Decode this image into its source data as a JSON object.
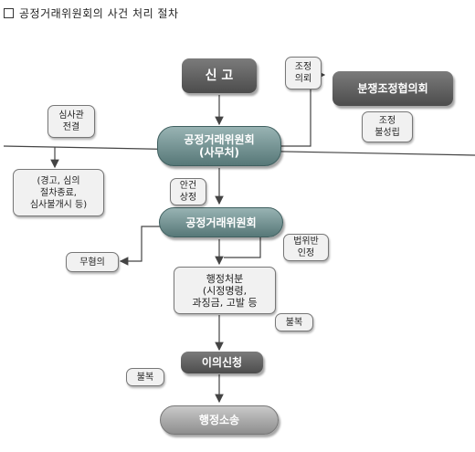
{
  "title": "공정거래위원회의 사건 처리 절차",
  "nodes": {
    "report": "신 고",
    "ftc_office": "공정거래위원회\n(사무처)",
    "ftc": "공정거래위원회",
    "dispute_council": "분쟁조정협의회",
    "admin_action": "행정처분\n(시정명령,\n과징금, 고발 등",
    "objection": "이의신청",
    "admin_suit": "행정소송"
  },
  "callouts": {
    "mediation_request": "조정\n의뢰",
    "mediation_failed": "조정\n불성립",
    "examiner_decision": "심사관\n전결",
    "outcomes": "(경고, 심의\n절차종료,\n심사불개시 등)",
    "case_listed": "안건\n상정",
    "no_violation": "무혐의",
    "violation_found": "법위반\n인정",
    "dissatisfied_1": "불복",
    "dissatisfied_2": "불복"
  },
  "colors": {
    "dark_box": "#5f5f5f",
    "teal_box": "#6f8f8f",
    "grey_box": "#a5a5a5",
    "callout_fill": "#f1f1f1",
    "line": "#444444"
  }
}
